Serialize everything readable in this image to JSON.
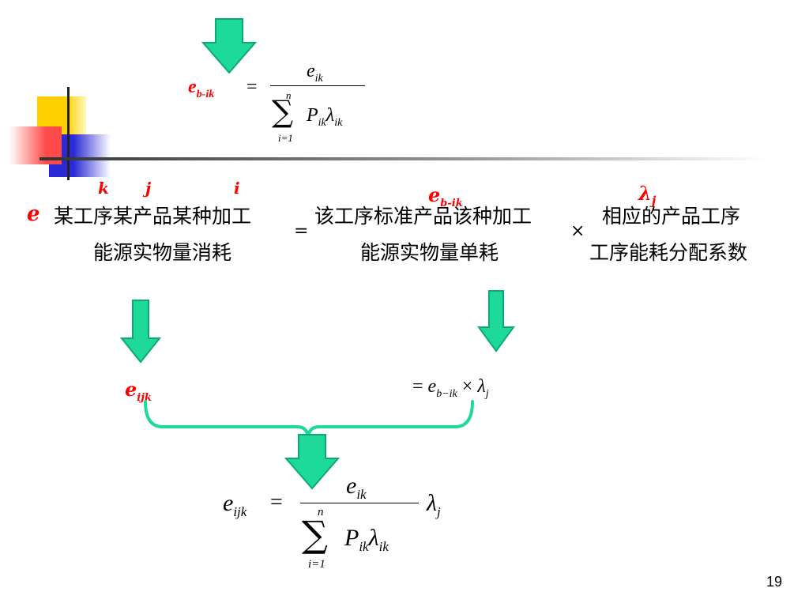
{
  "top_formula": {
    "lhs_base": "e",
    "lhs_sub": "b-ik",
    "equals": "=",
    "num_base": "e",
    "num_sub": "ik",
    "sum_symbol": "∑",
    "sum_upper": "n",
    "sum_lower": "i=1",
    "den_P": "P",
    "den_P_sub": "ik",
    "den_lambda": "λ",
    "den_lambda_sub": "ik"
  },
  "labels": {
    "k": "k",
    "j": "j",
    "i": "i",
    "e": "e",
    "e_b_base": "e",
    "e_b_sub": "b-ik",
    "lambda_base": "λ",
    "lambda_sub": "j"
  },
  "text_equation": {
    "term1_line1": "某工序某产品某种加工",
    "term1_line2": "能源实物量消耗",
    "equals": "=",
    "term2_line1": "该工序标准产品该种加工",
    "term2_line2": "能源实物量单耗",
    "times": "×",
    "term3_line1": "相应的产品工序",
    "term3_line2": "工序能耗分配系数"
  },
  "middle": {
    "eijk_base": "e",
    "eijk_sub": "ijk",
    "rhs_equals": "=",
    "rhs_e": "e",
    "rhs_e_sub": "b−ik",
    "rhs_times": "×",
    "rhs_lambda": "λ",
    "rhs_lambda_sub": "j"
  },
  "bottom_formula": {
    "lhs_base": "e",
    "lhs_sub": "ijk",
    "equals": "=",
    "num_base": "e",
    "num_sub": "ik",
    "sum_symbol": "∑",
    "sum_upper": "n",
    "sum_lower": "i=1",
    "den_P": "P",
    "den_P_sub": "ik",
    "den_lambda": "λ",
    "den_lambda_sub": "ik",
    "tail_lambda": "λ",
    "tail_lambda_sub": "j"
  },
  "slide_number": "19",
  "colors": {
    "accent_green": "#1dd99a",
    "accent_red": "#ff0000",
    "deco_yellow": "#ffd700",
    "deco_blue": "#3333cc",
    "deco_red": "#ff3333"
  }
}
